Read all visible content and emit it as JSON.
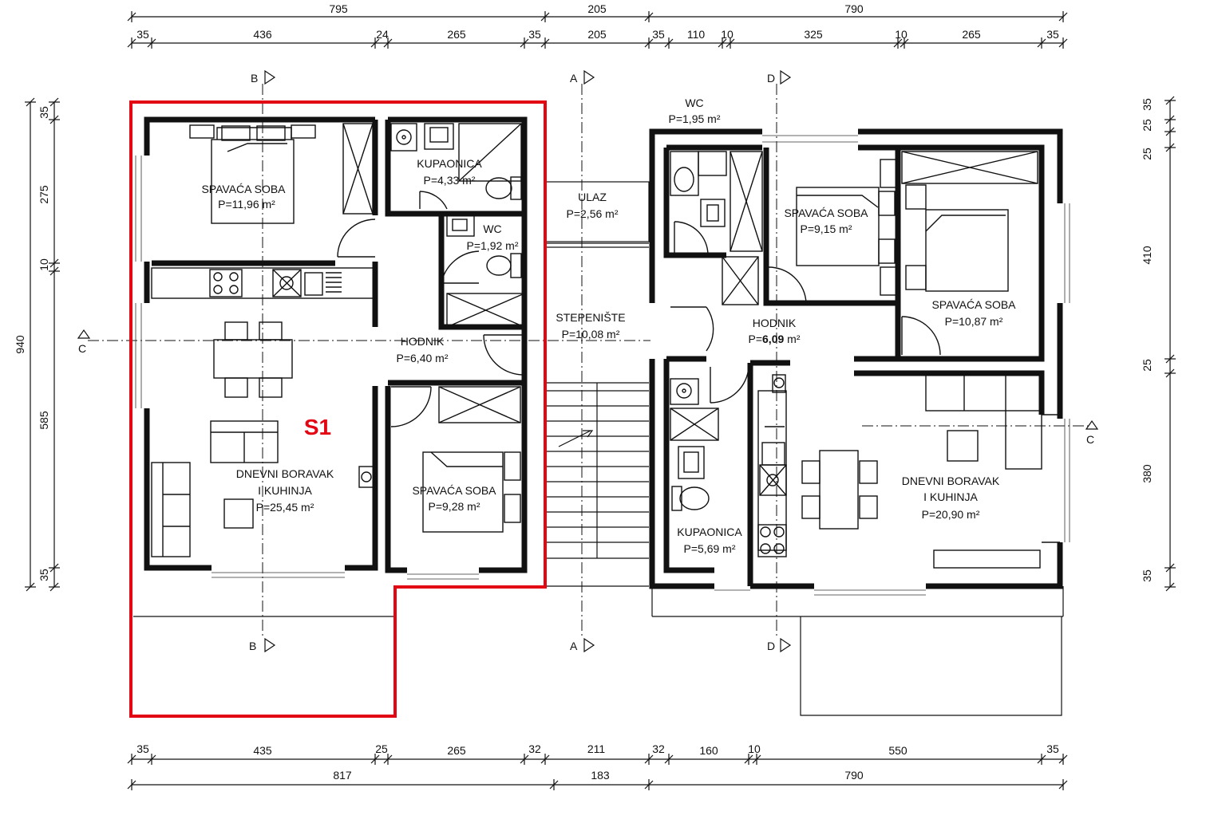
{
  "dimensions": {
    "top_total": [
      "795",
      "205",
      "790"
    ],
    "top_detail": [
      "35",
      "436",
      "24",
      "265",
      "35",
      "205",
      "35",
      "110",
      "10",
      "325",
      "10",
      "265",
      "35"
    ],
    "bottom_detail": [
      "35",
      "435",
      "25",
      "265",
      "32",
      "211",
      "32",
      "160",
      "10",
      "550",
      "35"
    ],
    "bottom_total": [
      "817",
      "183",
      "790"
    ],
    "left_detail": [
      "35",
      "275",
      "10",
      "585",
      "35"
    ],
    "left_total": "940",
    "right_detail": [
      "35",
      "25",
      "25",
      "410",
      "25",
      "380",
      "35"
    ]
  },
  "section_marks": {
    "A": "A",
    "B": "B",
    "C": "C",
    "D": "D"
  },
  "unit_label": "S1",
  "rooms": {
    "s1_bedroom1": {
      "name": "SPAVAĆA SOBA",
      "area": "P=11,96 m²"
    },
    "s1_bathroom": {
      "name": "KUPAONICA",
      "area": "P=4,33 m²"
    },
    "s1_wc": {
      "name": "WC",
      "area": "P=1,92 m²"
    },
    "s1_hall": {
      "name": "HODNIK",
      "area": "P=6,40 m²"
    },
    "s1_living": {
      "name1": "DNEVNI BORAVAK",
      "name2": "I KUHINJA",
      "area": "P=25,45 m²"
    },
    "s1_bedroom2": {
      "name": "SPAVAĆA SOBA",
      "area": "P=9,28 m²"
    },
    "entrance": {
      "name": "ULAZ",
      "area": "P=2,56 m²"
    },
    "stairs": {
      "name": "STEPENIŠTE",
      "area": "P=10,08 m²"
    },
    "s2_wc": {
      "name": "WC",
      "area": "P=1,95 m²"
    },
    "s2_bedroom1": {
      "name": "SPAVAĆA SOBA",
      "area": "P=9,15 m²"
    },
    "s2_bedroom2": {
      "name": "SPAVAĆA SOBA",
      "area": "P=10,87 m²"
    },
    "s2_hall": {
      "name": "HODNIK",
      "area_prefix": "P=",
      "area_value": "6,09",
      "area_unit": " m²"
    },
    "s2_bathroom": {
      "name": "KUPAONICA",
      "area": "P=5,69 m²"
    },
    "s2_living": {
      "name1": "DNEVNI BORAVAK",
      "name2": "I KUHINJA",
      "area": "P=20,90 m²"
    }
  },
  "colors": {
    "highlight": "#e30613",
    "line": "#111111"
  }
}
